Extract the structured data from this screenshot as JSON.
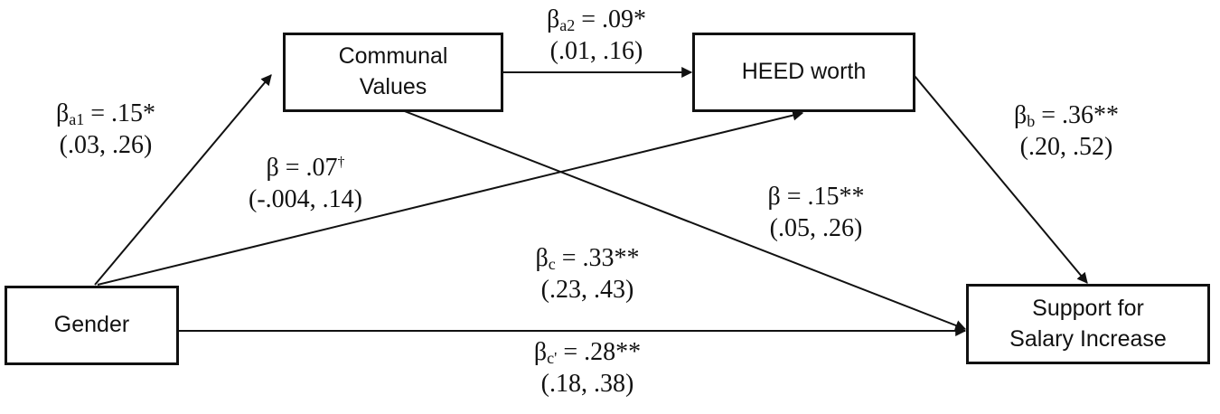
{
  "nodes": {
    "communal": {
      "line1": "Communal",
      "line2": "Values"
    },
    "heed": {
      "label": "HEED worth"
    },
    "gender": {
      "label": "Gender"
    },
    "support": {
      "line1": "Support for",
      "line2": "Salary Increase"
    }
  },
  "paths": {
    "a1": {
      "symbol": "β",
      "sub": "a1",
      "eq": " = .15*",
      "ci": "(.03, .26)"
    },
    "a2": {
      "symbol": "β",
      "sub": "a2",
      "eq": " = .09*",
      "ci": "(.01, .16)"
    },
    "gender_heed": {
      "symbol": "β",
      "eq": " = .07",
      "sup": "†",
      "ci": "(-.004, .14)"
    },
    "b": {
      "symbol": "β",
      "sub": "b",
      "eq": " = .36**",
      "ci": "(.20, .52)"
    },
    "communal_support": {
      "symbol": "β",
      "eq": " = .15**",
      "ci": "(.05, .26)"
    },
    "c": {
      "symbol": "β",
      "sub": "c",
      "eq": " = .33**",
      "ci": "(.23, .43)"
    },
    "c_prime": {
      "symbol": "β",
      "sub": "c'",
      "eq": " = .28**",
      "ci": "(.18, .38)"
    }
  },
  "colors": {
    "stroke": "#111111",
    "background": "#ffffff"
  }
}
